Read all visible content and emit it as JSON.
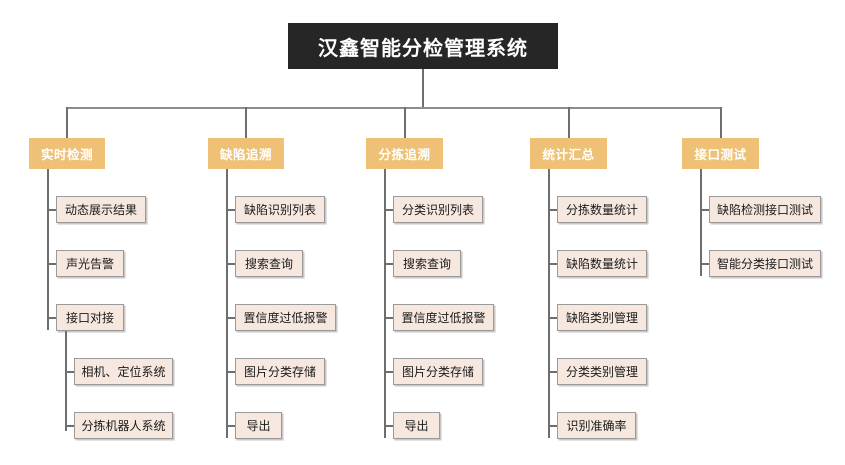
{
  "diagram": {
    "type": "org-tree",
    "root": {
      "label": "汉鑫智能分检管理系统"
    },
    "colors": {
      "root_bg": "#262626",
      "root_text": "#ffffff",
      "category_bg": "#EFC176",
      "category_text": "#ffffff",
      "leaf_bg": "#F6E8DF",
      "leaf_border": "#9a9a9a",
      "leaf_text": "#1a1a1a",
      "connector": "#6e6e6e",
      "page_bg": "#ffffff"
    },
    "columns": [
      {
        "label": "实时检测",
        "children": [
          {
            "label": "动态展示结果",
            "children": []
          },
          {
            "label": "声光告警",
            "children": []
          },
          {
            "label": "接口对接",
            "children": [
              {
                "label": "相机、定位系统"
              },
              {
                "label": "分拣机器人系统"
              }
            ]
          }
        ]
      },
      {
        "label": "缺陷追溯",
        "children": [
          {
            "label": "缺陷识别列表",
            "children": []
          },
          {
            "label": "搜索查询",
            "children": []
          },
          {
            "label": "置信度过低报警",
            "children": []
          },
          {
            "label": "图片分类存储",
            "children": []
          },
          {
            "label": "导出",
            "children": []
          }
        ]
      },
      {
        "label": "分拣追溯",
        "children": [
          {
            "label": "分类识别列表",
            "children": []
          },
          {
            "label": "搜索查询",
            "children": []
          },
          {
            "label": "置信度过低报警",
            "children": []
          },
          {
            "label": "图片分类存储",
            "children": []
          },
          {
            "label": "导出",
            "children": []
          }
        ]
      },
      {
        "label": "统计汇总",
        "children": [
          {
            "label": "分拣数量统计",
            "children": []
          },
          {
            "label": "缺陷数量统计",
            "children": []
          },
          {
            "label": "缺陷类别管理",
            "children": []
          },
          {
            "label": "分类类别管理",
            "children": []
          },
          {
            "label": "识别准确率",
            "children": []
          }
        ]
      },
      {
        "label": "接口测试",
        "children": [
          {
            "label": "缺陷检测接口测试",
            "children": []
          },
          {
            "label": "智能分类接口测试",
            "children": []
          }
        ]
      }
    ]
  }
}
